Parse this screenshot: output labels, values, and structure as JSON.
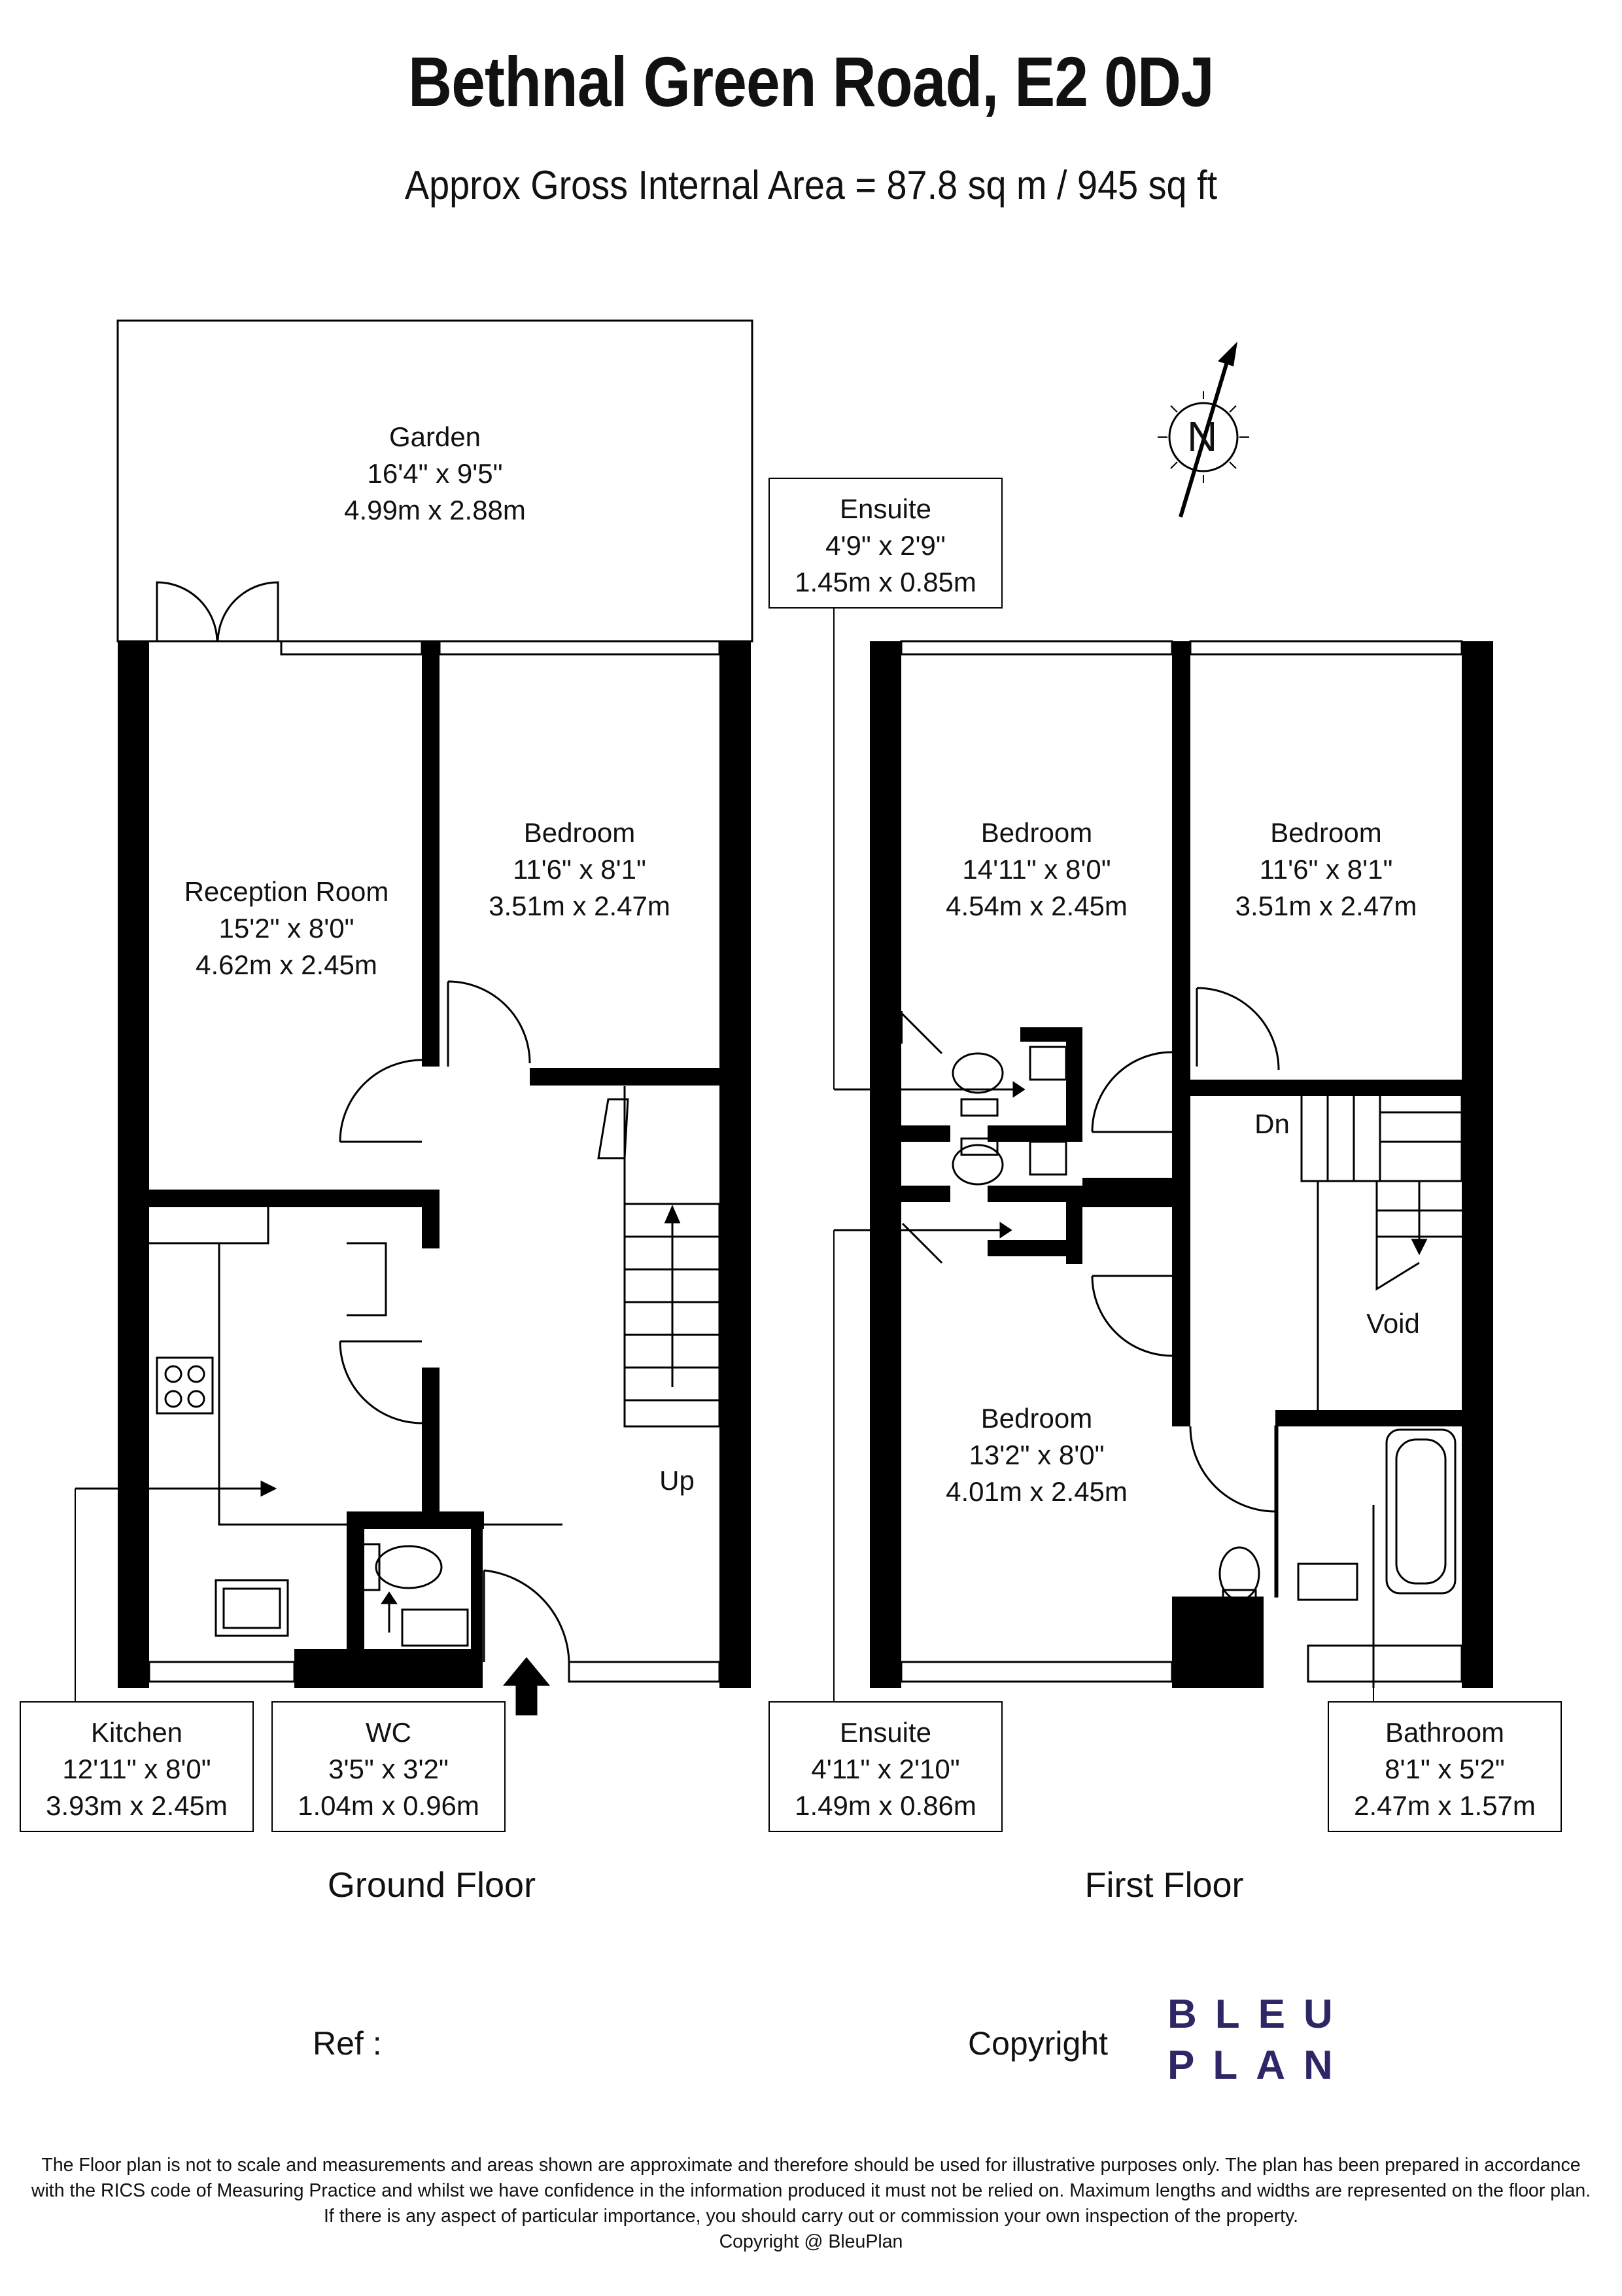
{
  "title": "Bethnal Green Road, E2 0DJ",
  "subtitle": "Approx Gross Internal Area = 87.8 sq m / 945 sq ft",
  "compass": {
    "label": "N"
  },
  "ground_floor": {
    "label": "Ground Floor",
    "rooms": {
      "garden": {
        "name": "Garden",
        "imperial": "16'4\" x 9'5\"",
        "metric": "4.99m x 2.88m"
      },
      "reception": {
        "name": "Reception Room",
        "imperial": "15'2\" x 8'0\"",
        "metric": "4.62m x 2.45m"
      },
      "bedroom": {
        "name": "Bedroom",
        "imperial": "11'6\" x 8'1\"",
        "metric": "3.51m x 2.47m"
      },
      "kitchen": {
        "name": "Kitchen",
        "imperial": "12'11\" x 8'0\"",
        "metric": "3.93m x 2.45m"
      },
      "wc": {
        "name": "WC",
        "imperial": "3'5\" x 3'2\"",
        "metric": "1.04m x 0.96m"
      }
    },
    "stairs_label": "Up"
  },
  "first_floor": {
    "label": "First Floor",
    "rooms": {
      "ensuite_top": {
        "name": "Ensuite",
        "imperial": "4'9\" x 2'9\"",
        "metric": "1.45m x 0.85m"
      },
      "bedroom_left": {
        "name": "Bedroom",
        "imperial": "14'11\" x 8'0\"",
        "metric": "4.54m x 2.45m"
      },
      "bedroom_right": {
        "name": "Bedroom",
        "imperial": "11'6\" x 8'1\"",
        "metric": "3.51m x 2.47m"
      },
      "bedroom_lower": {
        "name": "Bedroom",
        "imperial": "13'2\" x 8'0\"",
        "metric": "4.01m x 2.45m"
      },
      "ensuite_bottom": {
        "name": "Ensuite",
        "imperial": "4'11\" x 2'10\"",
        "metric": "1.49m x 0.86m"
      },
      "bathroom": {
        "name": "Bathroom",
        "imperial": "8'1\" x 5'2\"",
        "metric": "2.47m x 1.57m"
      }
    },
    "stairs_label": "Dn",
    "void_label": "Void"
  },
  "footer": {
    "ref_label": "Ref :",
    "copyright_label": "Copyright",
    "logo_line1": "BLEU",
    "logo_line2": "PLAN",
    "disclaimer_1": "The Floor plan is not to scale and measurements and areas shown are approximate and therefore should be used for illustrative purposes only. The plan has been prepared in accordance",
    "disclaimer_2": "with the RICS code of Measuring Practice and whilst we have confidence in the information produced it must not be relied on. Maximum lengths and widths are represented on the floor plan.",
    "disclaimer_3": "If there is any aspect of particular importance, you should carry out or commission your own inspection of the property.",
    "disclaimer_4": "Copyright @ BleuPlan"
  },
  "colors": {
    "wall": "#000000",
    "logo": "#2d2766"
  }
}
